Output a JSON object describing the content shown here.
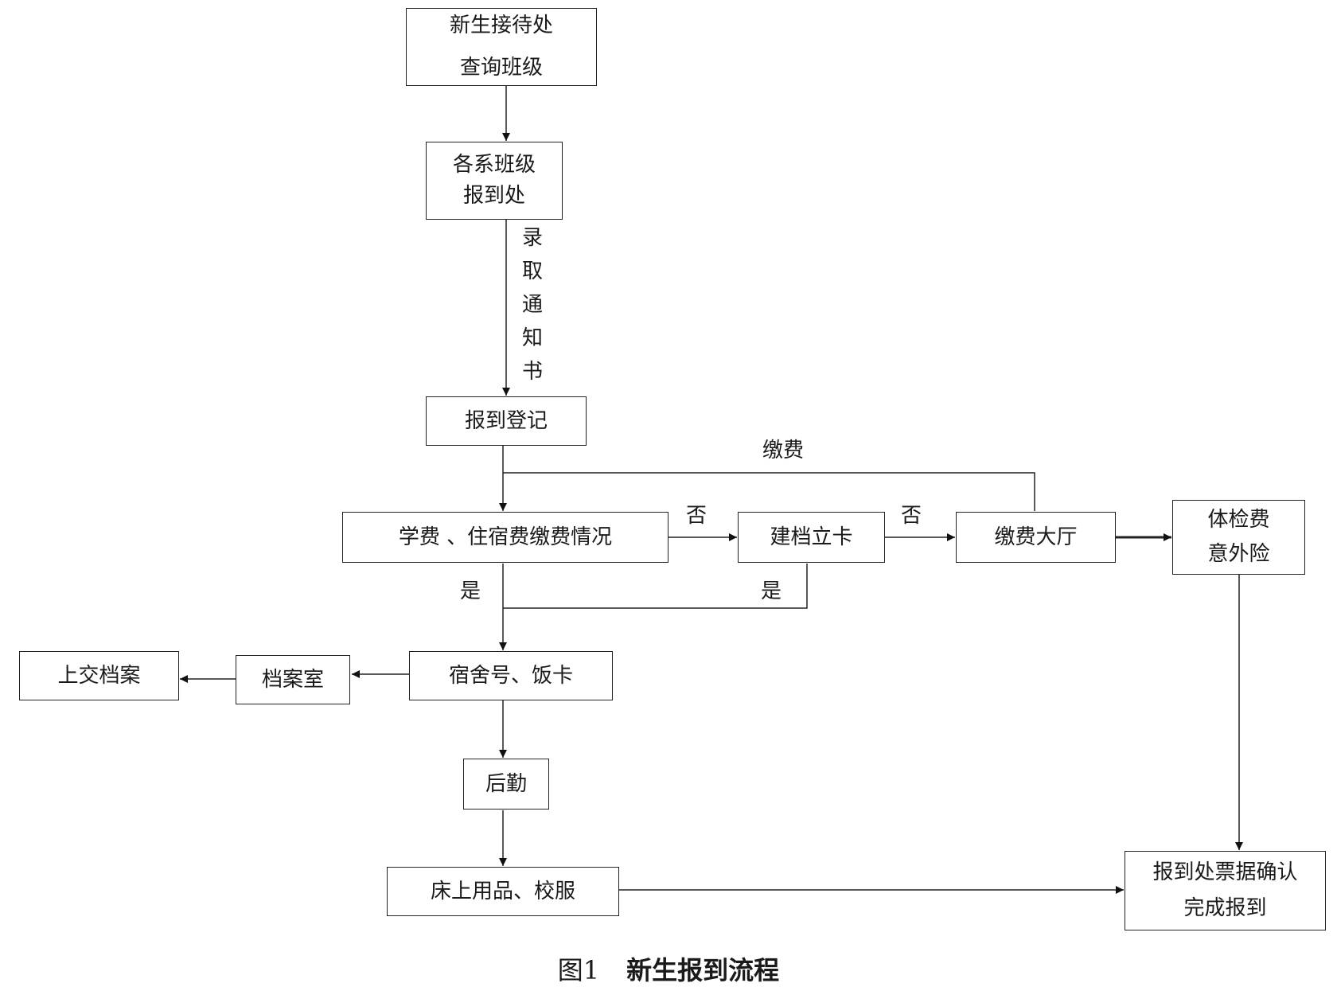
{
  "nodes": {
    "reception": {
      "line1": "新生接待处",
      "line2": "查询班级"
    },
    "dept_desk": {
      "line1": "各系班级",
      "line2": "报到处"
    },
    "registration": {
      "label": "报到登记"
    },
    "fee_status": {
      "label": "学费 、住宿费缴费情况"
    },
    "archive_card": {
      "label": "建档立卡"
    },
    "payment_hall": {
      "label": "缴费大厅"
    },
    "medical": {
      "line1": "体检费",
      "line2": "意外险"
    },
    "dorm_card": {
      "label": "宿舍号、饭卡"
    },
    "archive_room": {
      "label": "档案室"
    },
    "submit_archive": {
      "label": "上交档案"
    },
    "logistics": {
      "label": "后勤"
    },
    "bedding": {
      "label": "床上用品、校服"
    },
    "confirm": {
      "line1": "报到处票据确认",
      "line2": "完成报到"
    }
  },
  "edge_labels": {
    "notice": [
      "录",
      "取",
      "通",
      "知",
      "书"
    ],
    "pay": "缴费",
    "no_1": "否",
    "no_2": "否",
    "yes_1": "是",
    "yes_2": "是"
  },
  "caption": {
    "figure": "图1",
    "title": "新生报到流程"
  }
}
